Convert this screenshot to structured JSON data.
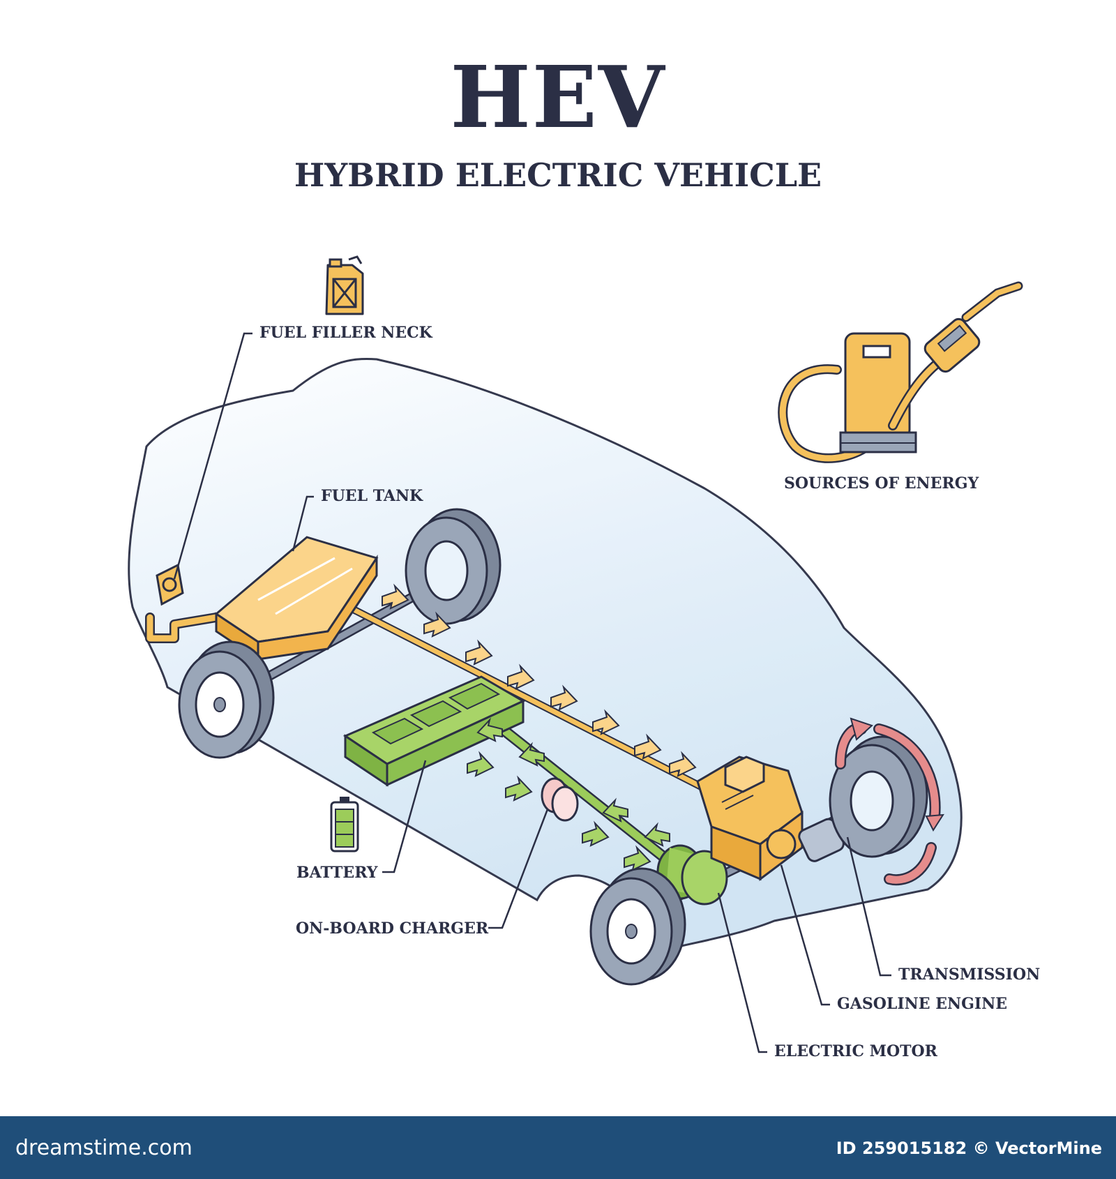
{
  "header": {
    "title": "HEV",
    "subtitle": "HYBRID ELECTRIC VEHICLE"
  },
  "labels": {
    "fuel_filler_neck": "FUEL FILLER NECK",
    "fuel_tank": "FUEL TANK",
    "sources_of_energy": "SOURCES OF ENERGY",
    "battery": "BATTERY",
    "on_board_charger": "ON-BOARD CHARGER",
    "transmission": "TRANSMISSION",
    "gasoline_engine": "GASOLINE ENGINE",
    "electric_motor": "ELECTRIC MOTOR"
  },
  "footer": {
    "brand": "dreamstime.com",
    "id_credit": "ID 259015182 © VectorMine"
  },
  "colors": {
    "fuel": "#f5c15c",
    "battery": "#9ccc5a",
    "outline": "#2b2f45",
    "car_body": "#dcecf8",
    "tire": "#8d98ab",
    "rotation_arrow": "#e58c8c",
    "footer_bg": "#1f4e79"
  },
  "icons": [
    "jerry-can-icon",
    "fuel-pump-icon",
    "battery-icon",
    "fuel-nozzle-icon"
  ]
}
